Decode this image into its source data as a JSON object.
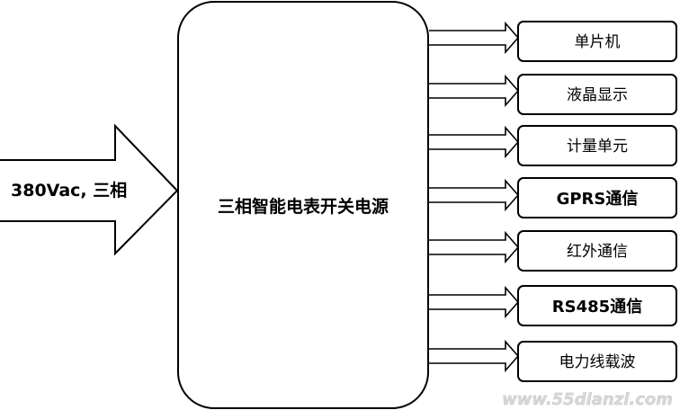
{
  "diagram": {
    "input_label": "380Vac, 三相",
    "center_label": "三相智能电表开关电源",
    "outputs": [
      {
        "label": "单片机"
      },
      {
        "label": "液晶显示"
      },
      {
        "label": "计量单元"
      },
      {
        "label": "GPRS通信"
      },
      {
        "label": "红外通信"
      },
      {
        "label": "RS485通信"
      },
      {
        "label": "电力线载波"
      }
    ],
    "watermark": "www.55dianzi.com",
    "colors": {
      "stroke": "#000000",
      "fill": "#ffffff",
      "text": "#000000",
      "watermark": "#c8c8c8"
    }
  }
}
